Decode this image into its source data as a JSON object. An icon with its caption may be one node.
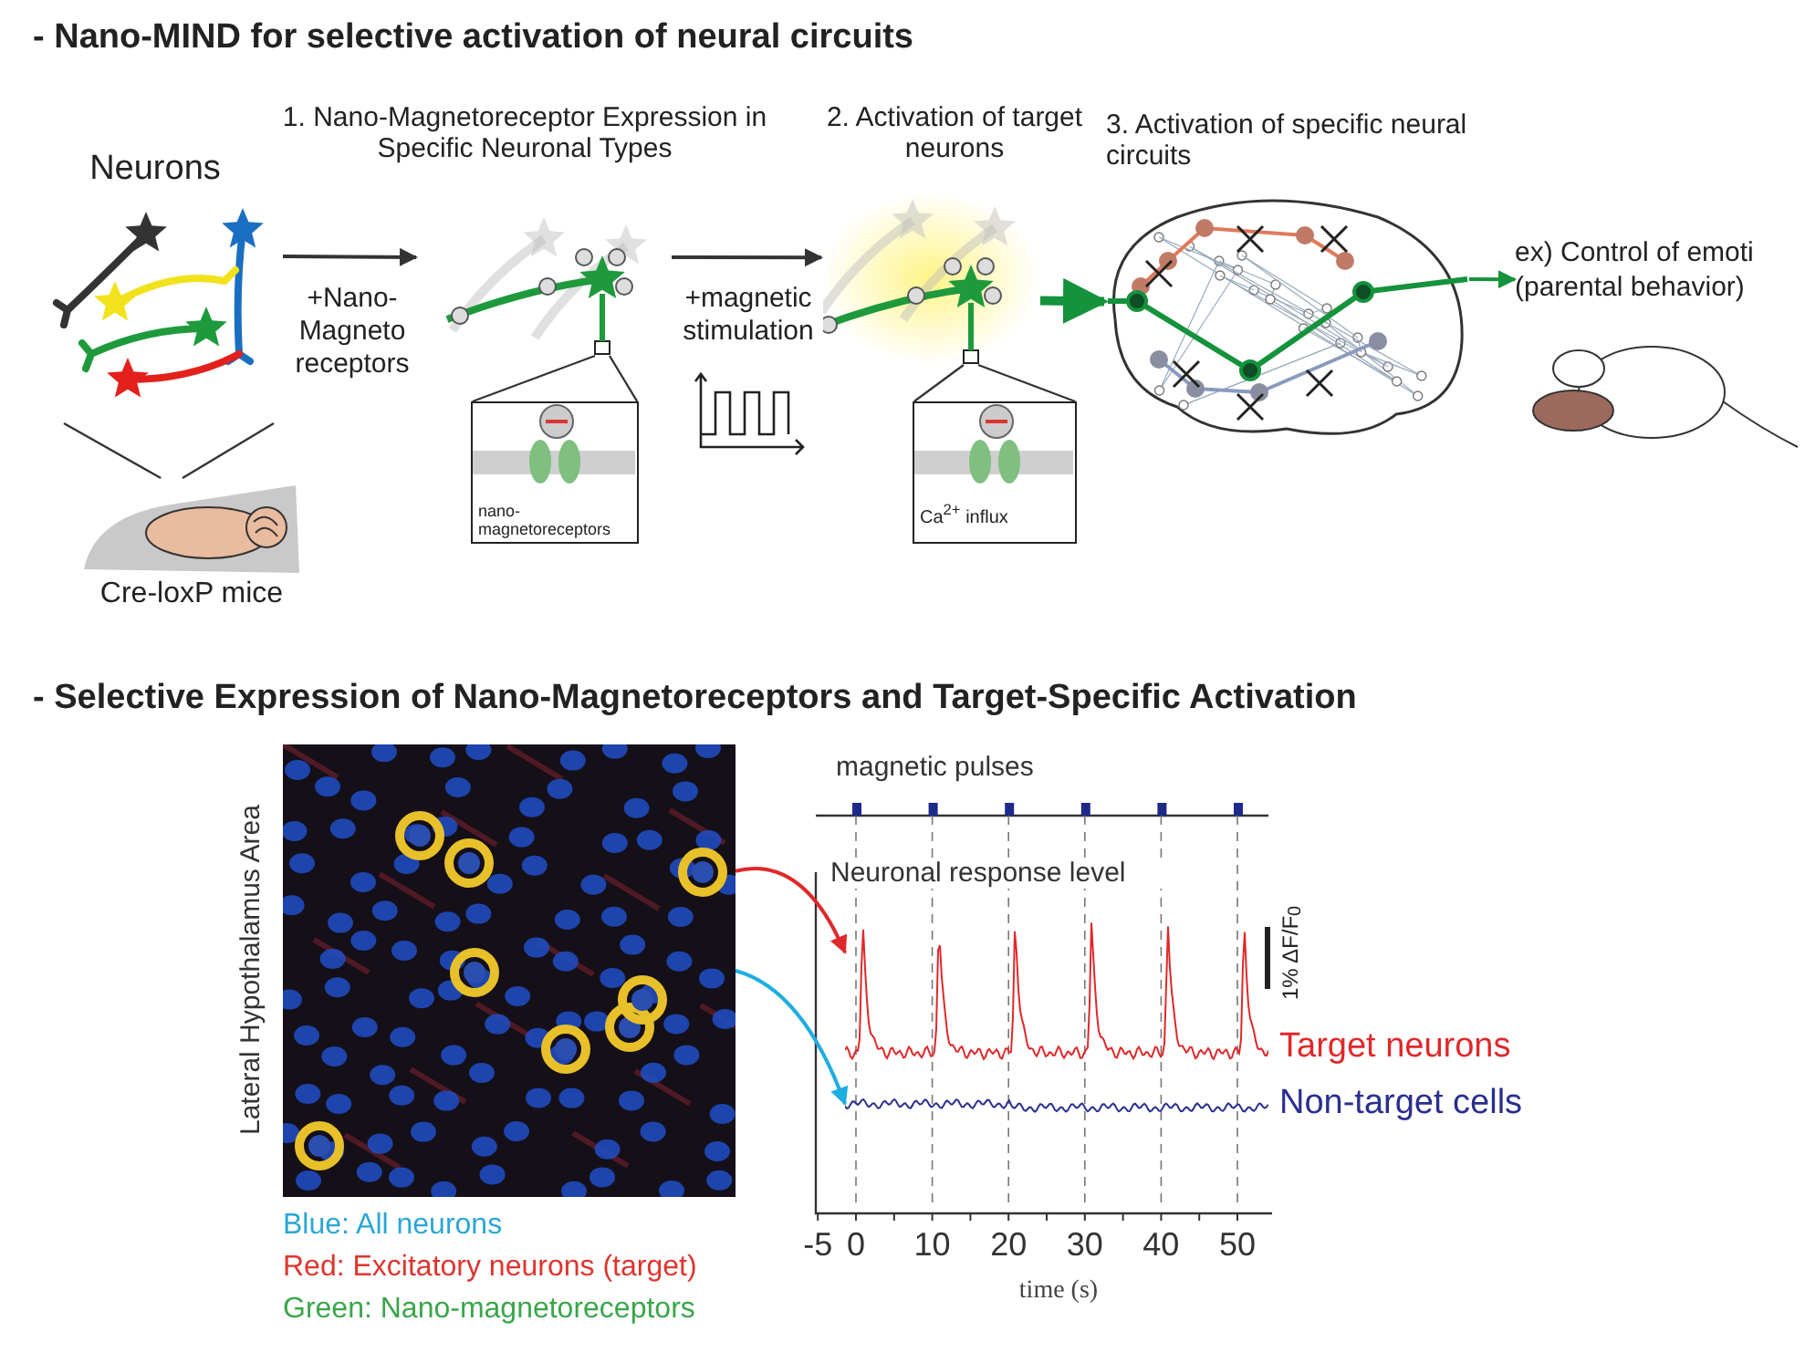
{
  "diagram": {
    "nodes": [
      {
        "text": [
          "Neurons"
        ]
      },
      {
        "text": [
          "Cre-loxP mice"
        ]
      },
      {
        "text": [],
        "shape": "picture"
      },
      {
        "text": [
          "nano-magnetoreceptors"
        ]
      },
      {
        "text": [],
        "shape": "picture"
      },
      {
        "text": [
          "Ca$^{2+}$ influx"
        ]
      },
      {
        "text": [],
        "shape": "picture"
      },
      {
        "text": [
          "ex) Control of emoti (parental behavior)"
        ]
      },
      {
        "text": [],
        "shape": "picture",
        "beside": [
          "Lateral Hypothalamus Area"
        ]
      },
      {
        "text": [
          "Target neurons"
        ]
      },
      {
        "text": [
          "Non-target cells"
        ]
      }
    ],
    "edges": [
      {
        "from": 0,
        "to": 2,
        "arrow": "to",
        "label": "+Nano- Magneto receptors"
      },
      {
        "from": 2,
        "to": 4,
        "arrow": "to",
        "label": "+magnetic stimulation"
      },
      {
        "from": 4,
        "to": 6,
        "arrow": "to",
        "style": "thick",
        "color": "#14923c"
      },
      {
        "from": 6,
        "to": 7,
        "arrow": "to",
        "color": "#14923c"
      },
      {
        "from": 8,
        "to": 9,
        "arrow": "to",
        "color": "#e0282a"
      },
      {
        "from": 8,
        "to": 10,
        "arrow": "to",
        "color": "#1eaee0"
      },
      {
        "from": 2,
        "to": 3,
        "arrow": "none"
      },
      {
        "from": 2,
        "to": 3,
        "arrow": "none"
      },
      {
        "from": 4,
        "to": 5,
        "arrow": "none"
      },
      {
        "from": 4,
        "to": 5,
        "arrow": "none"
      },
      {
        "from": 1,
        "to": 0,
        "arrow": "none"
      },
      {
        "from": 1,
        "to": 0,
        "arrow": "none"
      }
    ],
    "labels": [
      "- Nano-MIND for selective activation of neural circuits",
      "1. Nano-Magnetoreceptor Expression in Specific Neuronal Types",
      "2. Activation of target neurons",
      "3. Activation of specific neural circuits",
      "- Selective Expression of Nano-Magnetoreceptors and Target-Specific Activation",
      "magnetic pulses",
      "Neuronal response level",
      "1% ΔF/F$_{0}$",
      "-5",
      "0",
      "10",
      "20",
      "30",
      "40",
      "50",
      "time (s)"
    ],
    "legend": [
      {
        "text": "Blue: All neurons",
        "color": "#2aa7d6"
      },
      {
        "text": "Red: Excitatory neurons (target)",
        "color": "#e0342e"
      },
      {
        "text": "Green: Nano-magnetoreceptors",
        "color": "#3aa64a"
      }
    ]
  }
}
